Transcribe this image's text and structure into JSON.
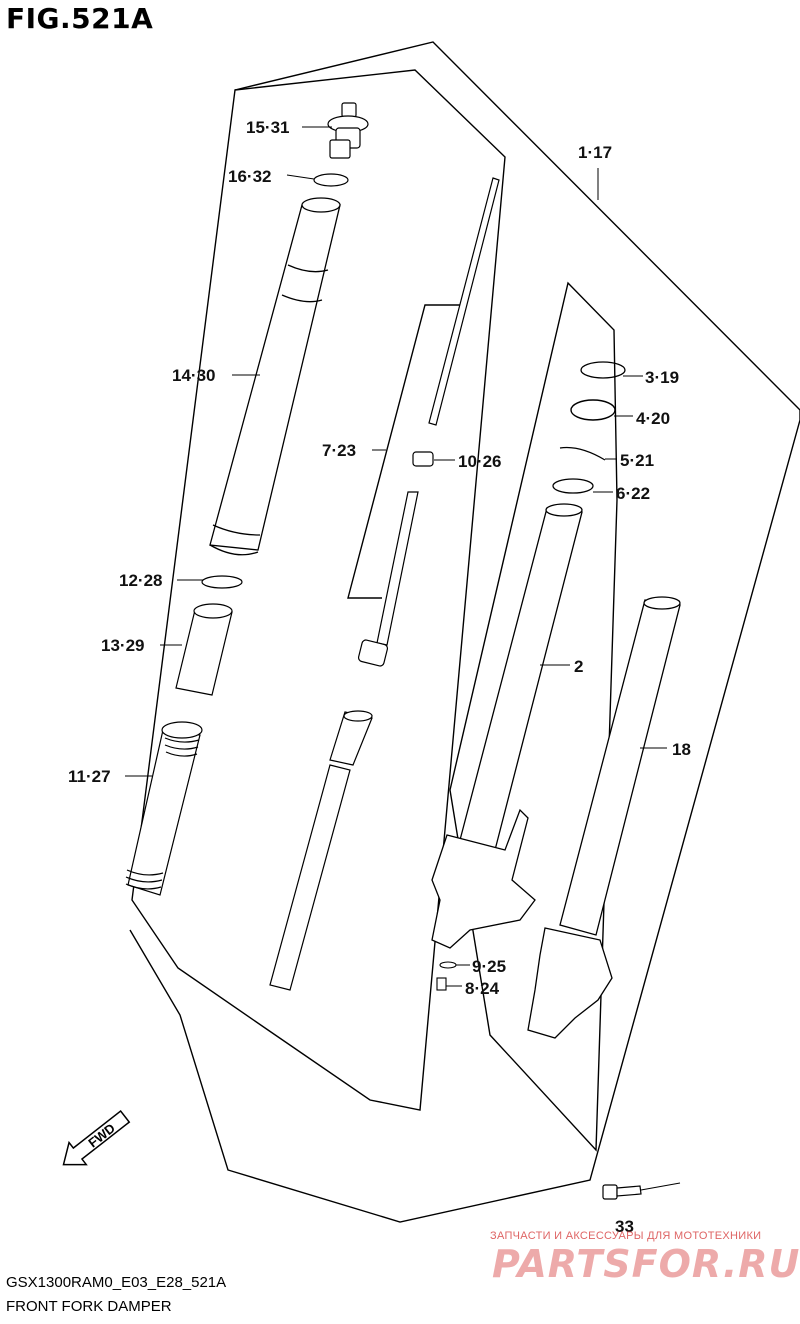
{
  "title": "FIG.521A",
  "labels": {
    "l1517": "15·31",
    "l1632": "16·32",
    "l1430": "14·30",
    "l1228": "12·28",
    "l1329": "13·29",
    "l1127": "11·27",
    "l723": "7·23",
    "l1026": "10·26",
    "l117": "1·17",
    "l319": "3·19",
    "l420": "4·20",
    "l521": "5·21",
    "l622": "6·22",
    "l2": "2",
    "l18": "18",
    "l925": "9·25",
    "l824": "8·24",
    "l33": "33"
  },
  "fwd": "FWD",
  "model_code": "GSX1300RAM0_E03_E28_521A",
  "diagram_name": "FRONT FORK DAMPER",
  "watermark": {
    "line1": "ЗАПЧАСТИ И АКСЕССУАРЫ ДЛЯ МОТОТЕХНИКИ",
    "line2": "PARTSFOR.RU"
  }
}
